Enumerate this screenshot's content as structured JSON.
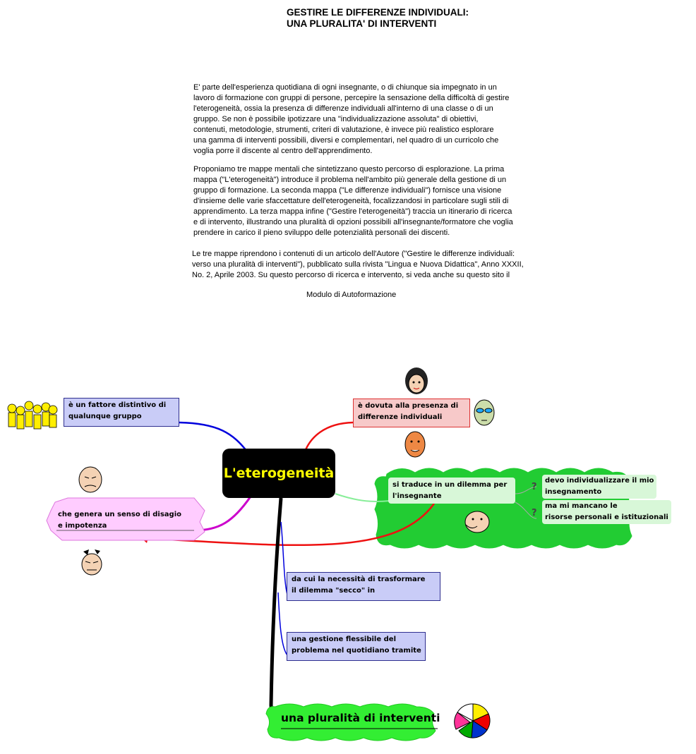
{
  "title": {
    "line1": "GESTIRE LE DIFFERENZE INDIVIDUALI:",
    "line2": "UNA PLURALITA' DI INTERVENTI"
  },
  "paragraphs": {
    "p1": [
      "E' parte dell'esperienza quotidiana di ogni insegnante, o di chiunque sia impegnato in un",
      "lavoro di formazione con gruppi di persone, percepire la sensazione della difficoltà di gestire",
      "l'eterogeneità, ossia la presenza di differenze individuali all'interno di una classe o di un",
      "gruppo. Se non è possibile ipotizzare una \"individualizzazione assoluta\" di obiettivi,",
      "contenuti, metodologie, strumenti, criteri di valutazione, è invece più realistico esplorare",
      "una gamma di interventi possibili, diversi e complementari, nel quadro di un curricolo che",
      "voglia porre il discente al centro dell'apprendimento."
    ],
    "p2": [
      "Proponiamo tre mappe mentali che sintetizzano questo percorso di esplorazione. La prima",
      "mappa (\"L'eterogeneità\") introduce il problema nell'ambito più generale della gestione di un",
      "gruppo di formazione. La seconda mappa (\"Le differenze individuali\") fornisce una visione",
      "d'insieme delle varie sfaccettature dell'eterogeneità, focalizzandosi in particolare sugli stili di",
      "apprendimento. La terza mappa infine (\"Gestire l'eterogeneità\") traccia un itinerario di ricerca",
      "e di intervento, illustrando una pluralità di opzioni possibili all'insegnante/formatore che voglia",
      "prendere in carico il pieno sviluppo delle potenzialità personali dei discenti."
    ],
    "p3": [
      "Le tre mappe riprendono i contenuti di un articolo dell'Autore (\"Gestire le differenze individuali:",
      "verso una pluralità di interventi\"), pubblicato sulla rivista \"Lingua e Nuova Didattica\", Anno XXXII,",
      "No. 2, Aprile 2003. Su questo percorso di ricerca e intervento, si veda anche su questo sito il"
    ]
  },
  "modulo_link": "Modulo di Autoformazione",
  "map": {
    "central": "L'eterogeneità",
    "node_group": [
      "è un fattore distintivo di",
      "qualunque gruppo"
    ],
    "node_differences": [
      "è dovuta alla presenza di",
      "differenze individuali"
    ],
    "node_dilemma": [
      "si traduce in un dilemma per",
      "l'insegnante"
    ],
    "node_individualize": [
      "devo individualizzare il mio",
      "insegnamento"
    ],
    "node_resources": [
      "ma mi mancano le",
      "risorse personali e istituzionali"
    ],
    "node_discomfort": [
      "che genera un senso di disagio",
      "e impotenza"
    ],
    "node_transform": [
      "da cui la necessità di trasformare",
      "il dilemma \"secco\" in"
    ],
    "node_flexible": [
      "una gestione flessibile del",
      "problema nel quotidiano tramite"
    ],
    "node_plurality": "una pluralità di interventi",
    "question_mark": "?",
    "icons": [
      "crowd-icon",
      "woman-face-icon",
      "alien-face-icon",
      "man-face-icon",
      "sad-face-icon",
      "angry-face-icon",
      "confused-face-icon",
      "pie-chart-icon"
    ],
    "colors": {
      "central_bg": "#000000",
      "central_text": "#ffff00",
      "blue_box": "#c9ccf7",
      "red_box": "#f7c9c9",
      "pink_cloud": "#ffccff",
      "green_cloud": "#22cc33"
    }
  }
}
